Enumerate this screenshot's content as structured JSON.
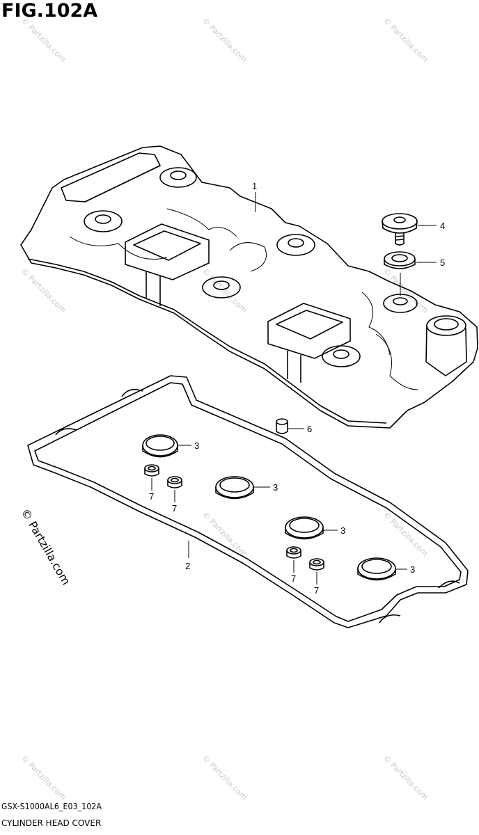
{
  "figure": {
    "title": "FIG.102A",
    "model_code": "GSX-S1000AL6_E03_102A",
    "caption": "CYLINDER HEAD COVER"
  },
  "watermark": {
    "text": "© Partzilla.com"
  },
  "callouts": [
    {
      "id": "c1",
      "label": "1"
    },
    {
      "id": "c2",
      "label": "2"
    },
    {
      "id": "c3a",
      "label": "3"
    },
    {
      "id": "c3b",
      "label": "3"
    },
    {
      "id": "c3c",
      "label": "3"
    },
    {
      "id": "c3d",
      "label": "3"
    },
    {
      "id": "c4",
      "label": "4"
    },
    {
      "id": "c5",
      "label": "5"
    },
    {
      "id": "c6",
      "label": "6"
    },
    {
      "id": "c7a",
      "label": "7"
    },
    {
      "id": "c7b",
      "label": "7"
    },
    {
      "id": "c7c",
      "label": "7"
    },
    {
      "id": "c7d",
      "label": "7"
    }
  ]
}
